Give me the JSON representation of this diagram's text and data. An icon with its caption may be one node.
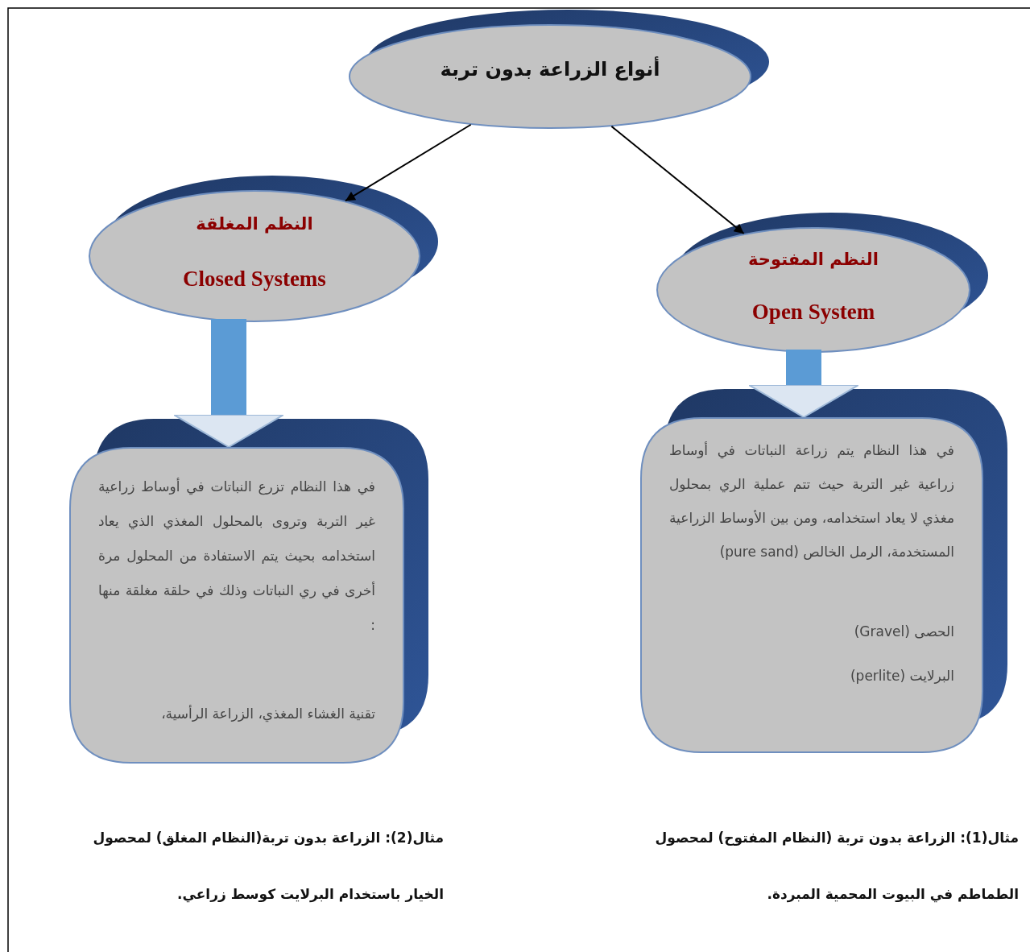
{
  "diagram": {
    "nodes": [
      {
        "text": [
          "أنواع الزراعة بدون تربة"
        ]
      },
      {
        "text": [
          "النظم المغلقة",
          "Closed Systems"
        ]
      },
      {
        "text": [
          "النظم المفتوحة",
          "Open System"
        ]
      },
      {
        "text": [
          "في هذا النظام تزرع النباتات في أوساط زراعية غير التربة وتروى بالمحلول المغذي الذي يعاد استخدامه بحيث يتم الاستفادة من المحلول مرة أخرى في ري النباتات وذلك في حلقة مغلقة منها :",
          "تقنية الغشاء المغذي، الزراعة الرأسية،"
        ]
      },
      {
        "text": [
          "في هذا النظام يتم زراعة النباتات في أوساط زراعية غير التربة حيث تتم عملية الري بمحلول مغذي لا يعاد استخدامه، ومن بين الأوساط الزراعية المستخدمة، الرمل الخالص (pure sand)",
          "الحصى (Gravel)",
          "البرلايت (perlite)"
        ]
      }
    ],
    "edges": [
      {
        "from": 0,
        "to": 1,
        "arrow": "to"
      },
      {
        "from": 0,
        "to": 2,
        "arrow": "to"
      },
      {
        "from": 1,
        "to": 3,
        "arrow": "to",
        "style": "thick",
        "color": "#5b9bd5"
      },
      {
        "from": 2,
        "to": 4,
        "arrow": "to",
        "style": "thick",
        "color": "#5b9bd5"
      }
    ],
    "labels": [
      "مثال(1): الزراعة بدون تربة (النظام المفتوح) لمحصول الطماطم في البيوت المحمية المبردة.",
      "مثال(2): الزراعة بدون تربة(النظام المغلق) لمحصول الخيار باستخدام البرلايت كوسط زراعي."
    ]
  }
}
